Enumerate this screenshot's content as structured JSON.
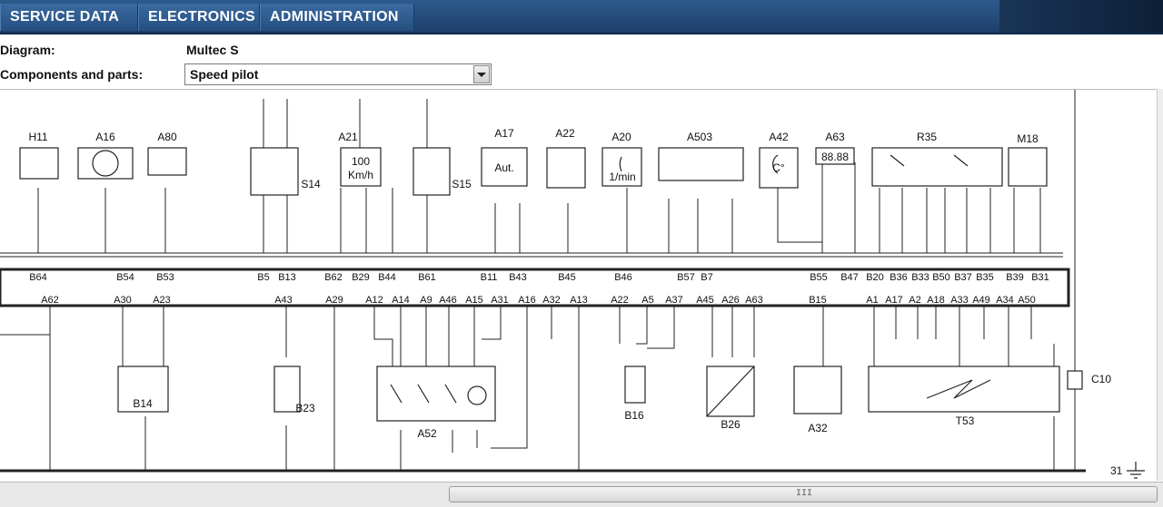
{
  "nav": {
    "tabs": [
      {
        "label": "SERVICE DATA"
      },
      {
        "label": "ELECTRONICS"
      },
      {
        "label": "ADMINISTRATION"
      }
    ]
  },
  "form": {
    "diagram_label": "Diagram:",
    "diagram_value": "Multec S",
    "components_label": "Components and parts:",
    "components_value": "Speed pilot"
  },
  "diagram": {
    "top_components": [
      "H11",
      "A16",
      "A80",
      "S14",
      "A21",
      "S15",
      "A17",
      "A22",
      "A20",
      "A503",
      "A42",
      "A63",
      "R35",
      "M18"
    ],
    "bottom_components": [
      "B14",
      "B23",
      "A52",
      "B16",
      "B26",
      "A32",
      "T53",
      "C10"
    ],
    "gauge_text": {
      "speed": "100",
      "speed_unit": "Km/h",
      "aut": "Aut.",
      "rpm": "1/min",
      "display": "88.88",
      "temp": "C°"
    },
    "connector_pins_top": [
      "B64",
      "B54",
      "B53",
      "B5",
      "B13",
      "B62",
      "B29",
      "B44",
      "B61",
      "B11",
      "B43",
      "B45",
      "B46",
      "B57",
      "B7",
      "B55",
      "B47",
      "B20",
      "B36",
      "B33",
      "B50",
      "B37",
      "B35",
      "B39",
      "B31"
    ],
    "connector_pins_bottom": [
      "A62",
      "A30",
      "A23",
      "A43",
      "A29",
      "A12",
      "A14",
      "A9",
      "A46",
      "A15",
      "A31",
      "A16",
      "A32",
      "A13",
      "A22",
      "A5",
      "A37",
      "A45",
      "A26",
      "A63",
      "B15",
      "A1",
      "A17",
      "A2",
      "A18",
      "A33",
      "A49",
      "A34",
      "A50"
    ],
    "ground_label": "31"
  },
  "scrollbar": {
    "grip": "III"
  }
}
